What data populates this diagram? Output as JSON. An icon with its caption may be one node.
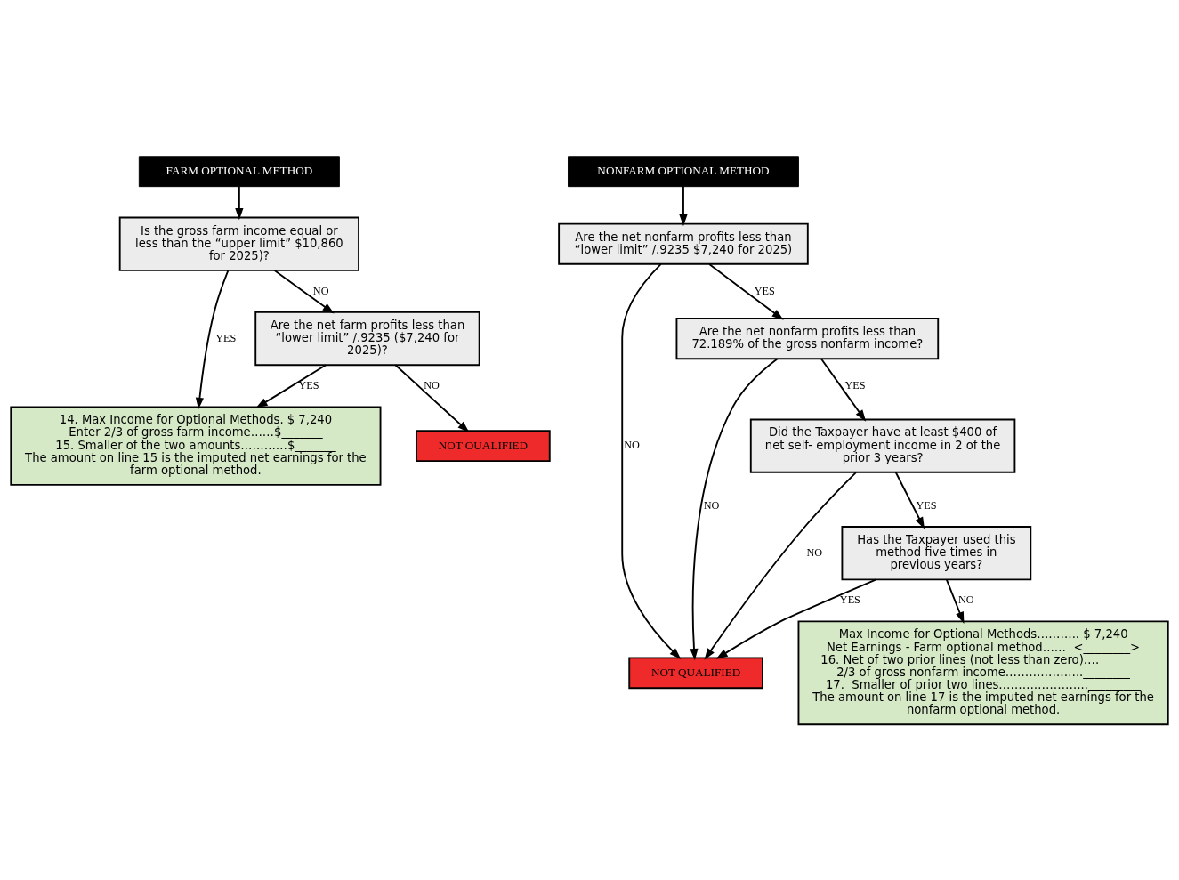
{
  "diagram": {
    "nodes": [
      {
        "text": [
          "FARM OPTIONAL METHOD"
        ]
      },
      {
        "text": [
          "Is the gross farm income equal or less than the “upper limit” $10,860 for 2025)?"
        ]
      },
      {
        "text": [
          "14. Max Income for Optional Methods. $ 7,240",
          "Enter 2/3 of gross farm income……$_______",
          "15. Smaller of the two amounts…………$_______",
          "The amount on line 15 is the imputed net earnings for the farm optional method."
        ]
      },
      {
        "text": [
          "NOT OUALIFIED"
        ]
      },
      {
        "text": [
          "Are the net farm profits less than “lower limit” /.9235 ($7,240 for 2025)?"
        ]
      },
      {
        "text": [
          "NONFARM OPTIONAL METHOD"
        ]
      },
      {
        "text": [
          "Are the net nonfarm profits less than “lower limit” /.9235 $7,240 for 2025)"
        ]
      },
      {
        "text": [
          "Are the net nonfarm profits less than 72.189% of the gross nonfarm income?"
        ]
      },
      {
        "text": [
          "Did the Taxpayer have at least $400 of net self- employment income in 2 of the prior 3 years?"
        ]
      },
      {
        "text": [
          "NOT QUALIFIED"
        ]
      },
      {
        "text": [
          "Has the Taxpayer used this method five times in previous years?"
        ]
      },
      {
        "text": [
          "Max Income for Optional Methods……….. $ 7,240",
          "Net Earnings - Farm optional method……  <________>",
          "16. Net of two prior lines (not less than zero)….________",
          "2/3 of gross nonfarm income………………..________",
          "17.  Smaller of prior two lines………………….._________",
          "The amount on line 17 is the imputed net earnings for the nonfarm optional method."
        ]
      }
    ],
    "edges": [
      {
        "from": 0,
        "to": 1,
        "arrow": "to"
      },
      {
        "from": 1,
        "to": 2,
        "arrow": "to",
        "label": "YES"
      },
      {
        "from": 1,
        "to": 4,
        "arrow": "to",
        "label": "NO"
      },
      {
        "from": 4,
        "to": 3,
        "arrow": "to",
        "label": "NO"
      },
      {
        "from": 4,
        "to": 2,
        "arrow": "to",
        "label": "YES"
      },
      {
        "from": 5,
        "to": 6,
        "arrow": "to"
      },
      {
        "from": 6,
        "to": 9,
        "arrow": "to",
        "label": "NO"
      },
      {
        "from": 6,
        "to": 7,
        "arrow": "to",
        "label": "YES"
      },
      {
        "from": 7,
        "to": 9,
        "arrow": "to",
        "label": "NO"
      },
      {
        "from": 7,
        "to": 8,
        "arrow": "to",
        "label": "YES"
      },
      {
        "from": 8,
        "to": 9,
        "arrow": "to",
        "label": "NO"
      },
      {
        "from": 8,
        "to": 10,
        "arrow": "to",
        "label": "YES"
      },
      {
        "from": 10,
        "to": 9,
        "arrow": "to",
        "label": "YES"
      },
      {
        "from": 10,
        "to": 11,
        "arrow": "to",
        "label": "NO"
      }
    ]
  }
}
